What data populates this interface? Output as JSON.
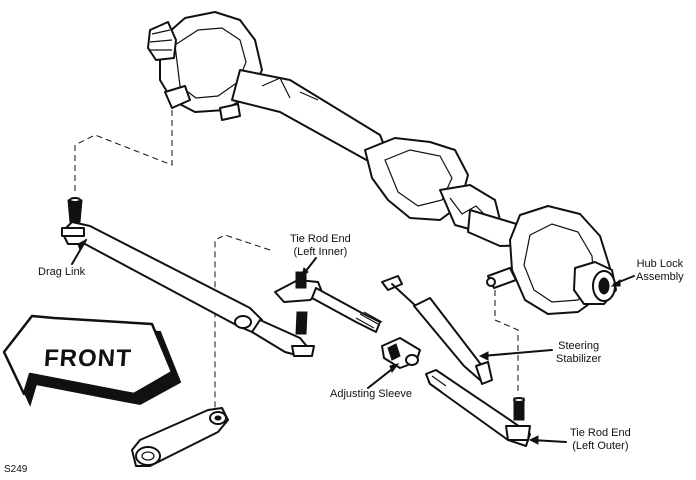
{
  "labels": {
    "drag_link": "Drag Link",
    "tie_rod_end_inner": [
      "Tie Rod End",
      "(Left Inner)"
    ],
    "hub_lock": [
      "Hub Lock",
      "Assembly"
    ],
    "steering_stabilizer": [
      "Steering",
      "Stabilizer"
    ],
    "adjusting_sleeve": "Adjusting Sleeve",
    "tie_rod_end_outer": [
      "Tie Rod End",
      "(Left Outer)"
    ],
    "front": "FRONT",
    "figure_code": "S249"
  },
  "colors": {
    "ink": "#111111",
    "paper": "#ffffff"
  }
}
